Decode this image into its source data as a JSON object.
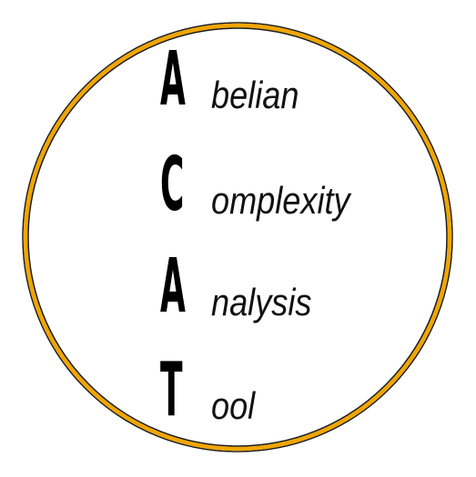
{
  "logo": {
    "ring_color": "#F0A500",
    "ring_outline_color": "#1a1a1a",
    "text_color": "#000000",
    "rows": [
      {
        "initial": "A",
        "rest": "belian"
      },
      {
        "initial": "C",
        "rest": "omplexity"
      },
      {
        "initial": "A",
        "rest": "nalysis"
      },
      {
        "initial": "T",
        "rest": "ool"
      }
    ]
  }
}
